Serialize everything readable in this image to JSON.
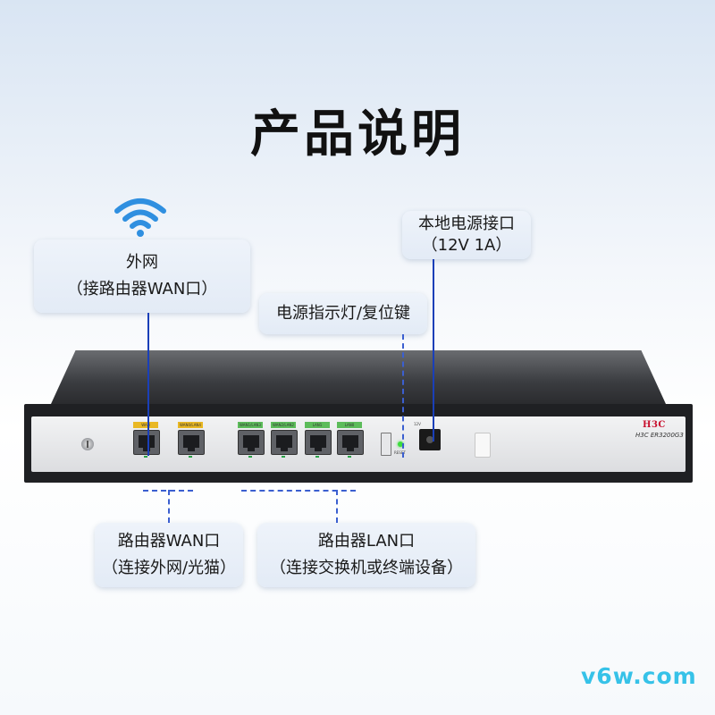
{
  "title": "产品说明",
  "callouts": {
    "wan_external": {
      "line1": "外网",
      "line2": "（接路由器WAN口）"
    },
    "power_led": {
      "line1": "电源指示灯/复位键"
    },
    "power_port": {
      "line1": "本地电源接口",
      "line2": "（12V 1A）"
    },
    "router_wan": {
      "line1": "路由器WAN口",
      "line2": "（连接外网/光猫）"
    },
    "router_lan": {
      "line1": "路由器LAN口",
      "line2": "（连接交换机或终端设备）"
    }
  },
  "device": {
    "brand": "H3C",
    "model": "H3C  ER3200G3",
    "ports": [
      {
        "label": "WAN",
        "kind": "wan"
      },
      {
        "label": "WAN0/LAN4",
        "kind": "wan"
      },
      {
        "label": "WAN1/LAN3",
        "kind": "lan"
      },
      {
        "label": "WAN2/LAN2",
        "kind": "lan"
      },
      {
        "label": "LAN1",
        "kind": "lan"
      },
      {
        "label": "LAN0",
        "kind": "lan"
      }
    ],
    "reset_label": "RESET",
    "power_label": "12V"
  },
  "watermark": "v6w.com",
  "colors": {
    "accent_line": "#1a3fb8",
    "wan_port": "#e9b824",
    "lan_port": "#5cbc5a",
    "brand_red": "#c8102e",
    "watermark": "#36c2e8"
  },
  "icons": [
    "wifi-icon"
  ]
}
